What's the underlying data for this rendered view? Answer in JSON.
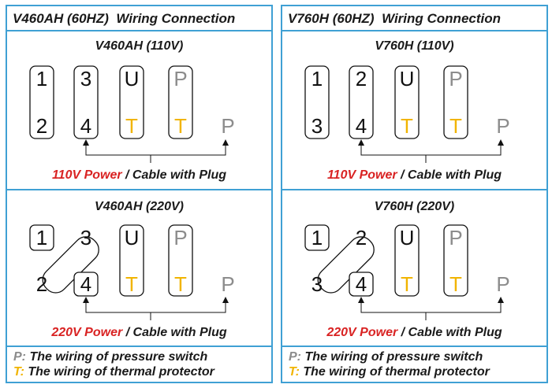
{
  "colors": {
    "border": "#3fa0d4",
    "power": "#d92323",
    "pressure": "#8c8c8c",
    "thermal": "#f1b400",
    "text": "#1a1a1a"
  },
  "panels": [
    {
      "title_model": "V460AH (60HZ)",
      "title_rest": "Wiring Connection",
      "sections": [
        {
          "subtitle": "V460AH (110V)",
          "terminals": {
            "a_top": "1",
            "a_bot": "2",
            "b_top": "3",
            "b_bot": "4",
            "u": "U",
            "t1": "T",
            "p_top": "P",
            "t2": "T",
            "p_out": "P"
          },
          "power": "110V Power",
          "cable": " / Cable with Plug"
        },
        {
          "subtitle": "V460AH (220V)",
          "terminals": {
            "a_top": "1",
            "a_bot": "2",
            "b_top": "3",
            "b_bot": "4",
            "u": "U",
            "t1": "T",
            "p_top": "P",
            "t2": "T",
            "p_out": "P"
          },
          "power": "220V Power",
          "cable": " / Cable with Plug"
        }
      ]
    },
    {
      "title_model": "V760H (60HZ)",
      "title_rest": "Wiring Connection",
      "sections": [
        {
          "subtitle": "V760H (110V)",
          "terminals": {
            "a_top": "1",
            "a_bot": "3",
            "b_top": "2",
            "b_bot": "4",
            "u": "U",
            "t1": "T",
            "p_top": "P",
            "t2": "T",
            "p_out": "P"
          },
          "power": "110V Power",
          "cable": " / Cable with Plug"
        },
        {
          "subtitle": "V760H (220V)",
          "terminals": {
            "a_top": "1",
            "a_bot": "3",
            "b_top": "2",
            "b_bot": "4",
            "u": "U",
            "t1": "T",
            "p_top": "P",
            "t2": "T",
            "p_out": "P"
          },
          "power": "220V Power",
          "cable": " / Cable with Plug"
        }
      ]
    }
  ],
  "legend": {
    "p_key": "P:",
    "p_text": " The wiring of pressure switch",
    "t_key": "T:",
    "t_text": " The wiring of thermal protector"
  }
}
